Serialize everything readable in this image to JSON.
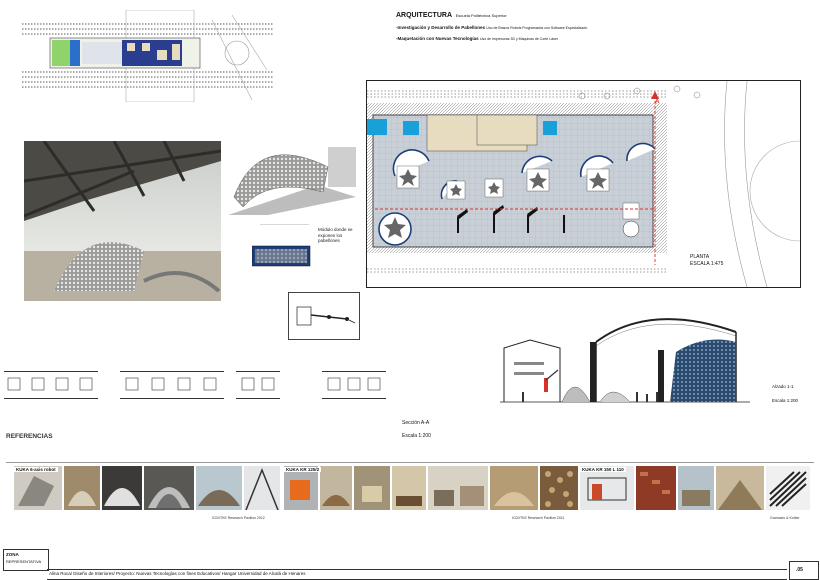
{
  "header": {
    "title": "ARQUITECTURA",
    "subtitle": "Escuela Politécnica Superior",
    "line1_bold": "-Investigación y Desarrollo de Pabellones",
    "line1_rest": "Uso de Brazos Robots Programados con Software Especializado",
    "line2_bold": "-Maquetación con Nuevas Tecnologías",
    "line2_rest": "Uso de Impresoras 3D y Máquinas de Corte Láser"
  },
  "plan": {
    "label": "PLANTA",
    "scale": "ESCALA 1:475",
    "marker": "A"
  },
  "module_note": "Módulo donde se exponen los pabellones",
  "section": {
    "title": "Sección A-A",
    "scale": "Escala 1:200"
  },
  "elevation": {
    "title": "Alzado 1-1",
    "scale": "Escala 1:200"
  },
  "references": {
    "heading": "REFERENCIAS",
    "sub1": "KUKA 6-axis robot",
    "sub2": "KUKA KR 125/2",
    "sub3": "KUKA KR 150 L 110",
    "cap1": "ICD/ITKE Research Pavilion 2012",
    "cap2": "ICD/ITKE Research Pavilion 2011",
    "cap3": "Gramazio & Kohler"
  },
  "footer": {
    "zone_line1": "ZONA",
    "zone_line2": "REPRESENTATIVA",
    "credits": "Alina Roca/ Diseño de Interiores/ Proyecto: Nuevas Tecnologías con fines Educativos/ Hangar Universidad de Alcalá de Henares",
    "page_number": ".05"
  },
  "colors": {
    "accent_blue": "#1aa0d8",
    "cut_red": "#d8312a",
    "floor_grey": "#c8cfd6",
    "wood": "#e8dcc0"
  }
}
